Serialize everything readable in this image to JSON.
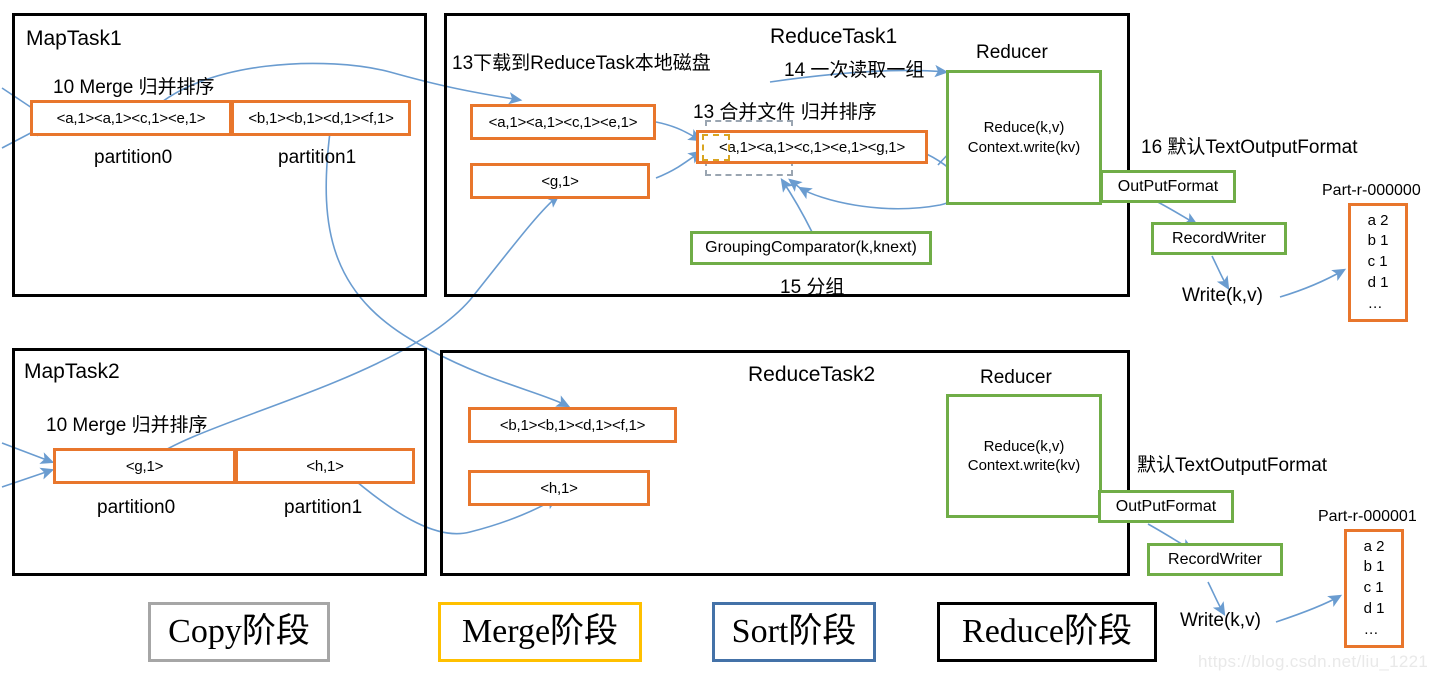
{
  "colors": {
    "orange": "#E8762C",
    "green": "#70AD47",
    "arrow": "#6A9CD0",
    "black": "#000000",
    "legend_copy_border": "#A6A6A6",
    "legend_merge_border": "#FFC000",
    "legend_sort_border": "#4472A8",
    "legend_reduce_border": "#000000",
    "watermark": "#E9E9E9"
  },
  "map_task_1": {
    "title": "MapTask1",
    "step_label": "10 Merge 归并排序",
    "partition0_value": "<a,1><a,1><c,1><e,1>",
    "partition1_value": "<b,1><b,1><d,1><f,1>",
    "partition0_label": "partition0",
    "partition1_label": "partition1"
  },
  "map_task_2": {
    "title": "MapTask2",
    "step_label": "10 Merge 归并排序",
    "partition0_value": "<g,1>",
    "partition1_value": "<h,1>",
    "partition0_label": "partition0",
    "partition1_label": "partition1"
  },
  "reduce_task_1": {
    "title": "ReduceTask1",
    "download_note": "13下载到ReduceTask本地磁盘",
    "read_group_note": "14 一次读取一组",
    "merge_note": "13 合并文件 归并排序",
    "file_a": "<a,1><a,1><c,1><e,1>",
    "file_b": "<g,1>",
    "merged_value": "<a,1><a,1><c,1><e,1><g,1>",
    "grouping_comparator": "GroupingComparator(k,knext)",
    "grouping_note": "15 分组",
    "reducer_title": "Reducer",
    "reducer_line1": "Reduce(k,v)",
    "reducer_line2": "Context.write(kv)"
  },
  "reduce_task_2": {
    "title": "ReduceTask2",
    "file_a": "<b,1><b,1><d,1><f,1>",
    "file_b": "<h,1>",
    "reducer_title": "Reducer",
    "reducer_line1": "Reduce(k,v)",
    "reducer_line2": "Context.write(kv)"
  },
  "output_1": {
    "format_note": "16 默认TextOutputFormat",
    "outputformat": "OutPutFormat",
    "recordwriter": "RecordWriter",
    "write": "Write(k,v)",
    "part_name": "Part-r-000000",
    "rows": [
      "a 2",
      "b 1",
      "c 1",
      "d 1",
      "…"
    ]
  },
  "output_2": {
    "format_note": "默认TextOutputFormat",
    "outputformat": "OutPutFormat",
    "recordwriter": "RecordWriter",
    "write": "Write(k,v)",
    "part_name": "Part-r-000001",
    "rows": [
      "a 2",
      "b 1",
      "c 1",
      "d 1",
      "…"
    ]
  },
  "legend": [
    {
      "label": "Copy阶段"
    },
    {
      "label": "Merge阶段"
    },
    {
      "label": "Sort阶段"
    },
    {
      "label": "Reduce阶段"
    }
  ],
  "watermark": "https://blog.csdn.net/liu_1221"
}
